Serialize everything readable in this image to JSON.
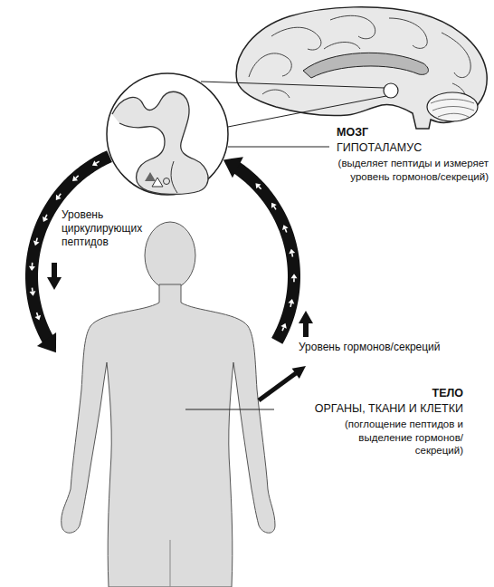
{
  "diagram": {
    "nodes": [
      {
        "text": [
          "МОЗГ",
          "ГИПОТАЛАМУС",
          "(выделяет пептиды и измеряет уровень гормонов/секреций)"
        ]
      },
      {
        "text": [
          "ТЕЛО",
          "ОРГАНЫ, ТКАНИ И КЛЕТКИ",
          "(поглощение пептидов и выделение гормонов/секреций)"
        ]
      }
    ],
    "edges": [
      {
        "from": 0,
        "to": 1,
        "arrow": "to",
        "label": "Уровень циркулирующих пептидов"
      },
      {
        "from": 1,
        "to": 0,
        "arrow": "to",
        "label": "Уровень гормонов/секреций"
      }
    ]
  }
}
